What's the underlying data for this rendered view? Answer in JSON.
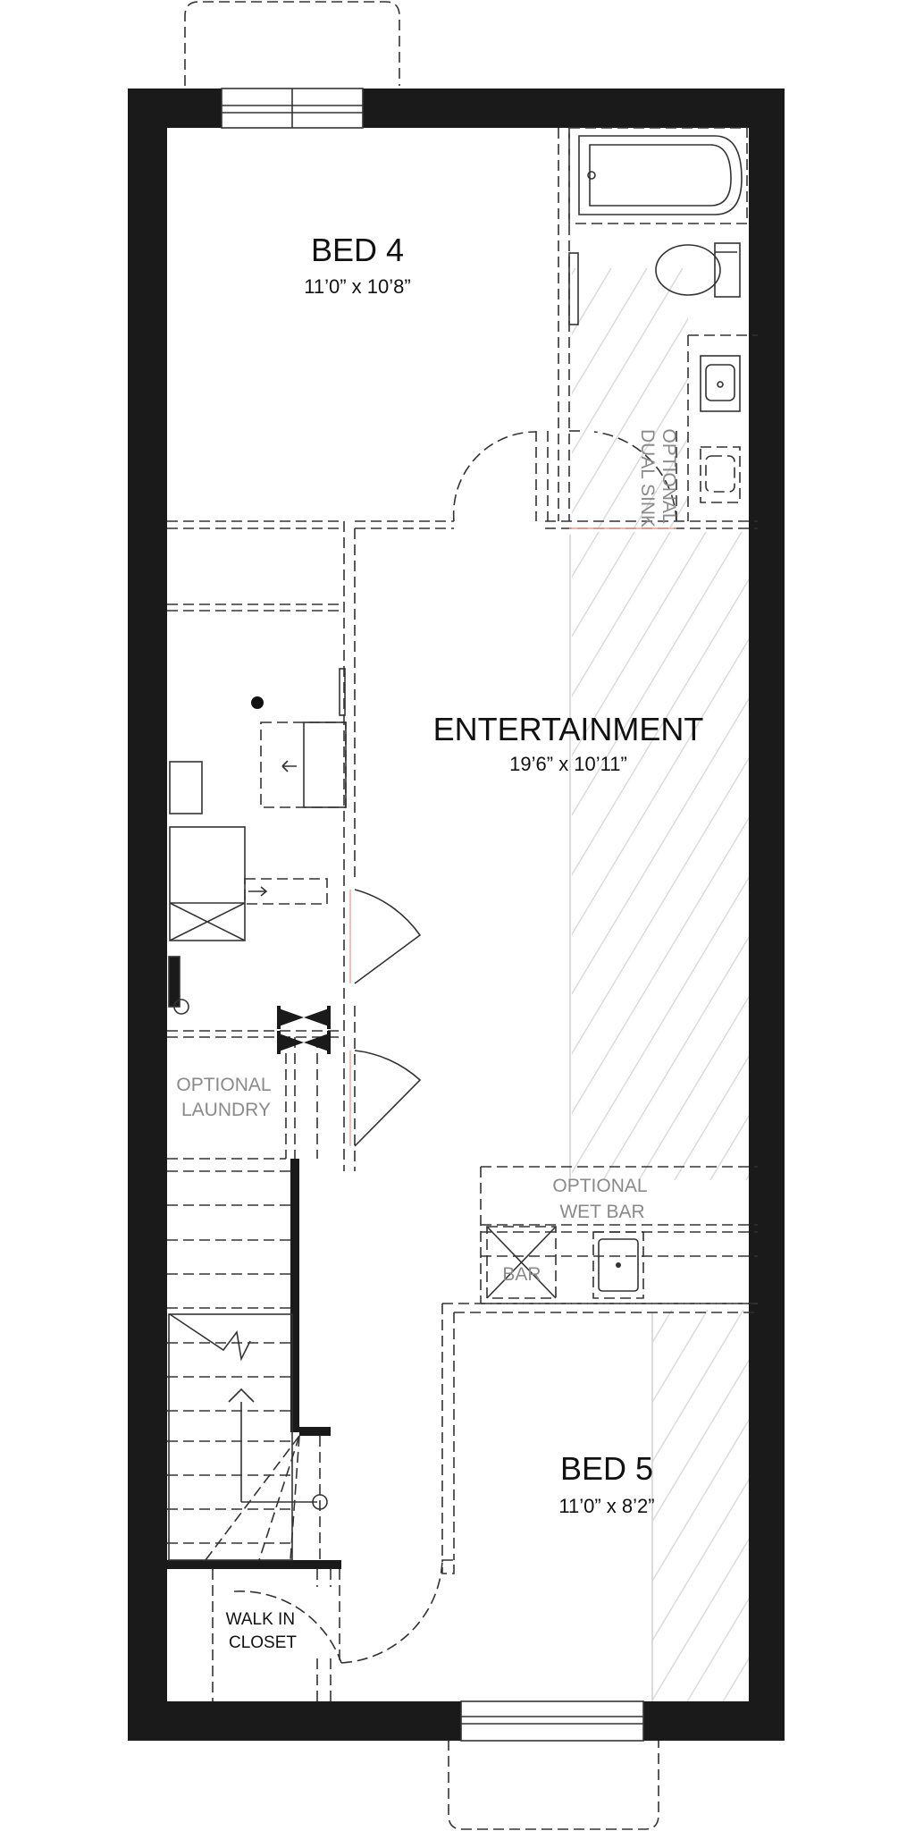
{
  "rooms": {
    "bed4": {
      "name": "BED 4",
      "size": "11’0” x 10’8”"
    },
    "entertainment": {
      "name": "ENTERTAINMENT",
      "size": "19’6” x 10’11”"
    },
    "bed5": {
      "name": "BED 5",
      "size": "11’0” x 8’2”"
    },
    "walk_in_closet": {
      "line1": "WALK IN",
      "line2": "CLOSET"
    }
  },
  "options": {
    "dual_sink": {
      "line1": "OPTIONAL",
      "line2": "DUAL SINK"
    },
    "laundry": {
      "line1": "OPTIONAL",
      "line2": "LAUNDRY"
    },
    "wet_bar": {
      "line1": "OPTIONAL",
      "line2": "WET BAR"
    },
    "bar": "BAR"
  },
  "colors": {
    "wall": "#1a1a1a",
    "option_text": "#8a8a8a",
    "hatch": "#d9d9d9",
    "door_sill": "#e8a08a"
  }
}
